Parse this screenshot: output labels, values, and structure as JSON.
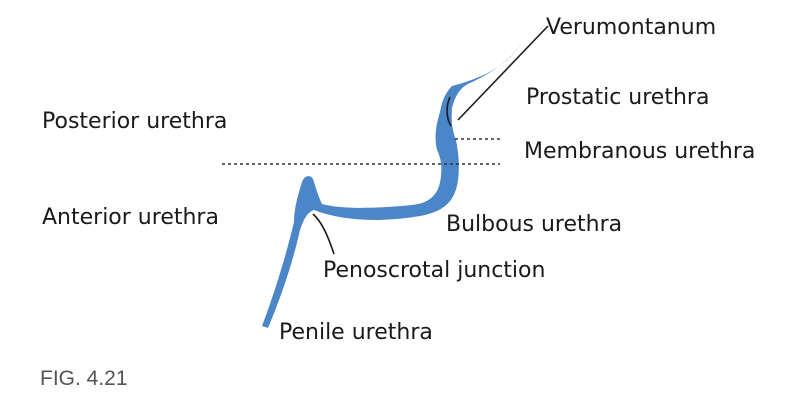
{
  "colors": {
    "urethra": "#4a86c8",
    "text": "#1a1a1a",
    "caption": "#555555"
  },
  "labels": {
    "verumontanum": "Verumontanum",
    "prostatic": "Prostatic urethra",
    "posterior": "Posterior urethra",
    "membranous": "Membranous urethra",
    "anterior": "Anterior urethra",
    "bulbous": "Bulbous urethra",
    "penoscrotal": "Penoscrotal junction",
    "penile": "Penile urethra"
  },
  "caption": "FIG. 4.21"
}
